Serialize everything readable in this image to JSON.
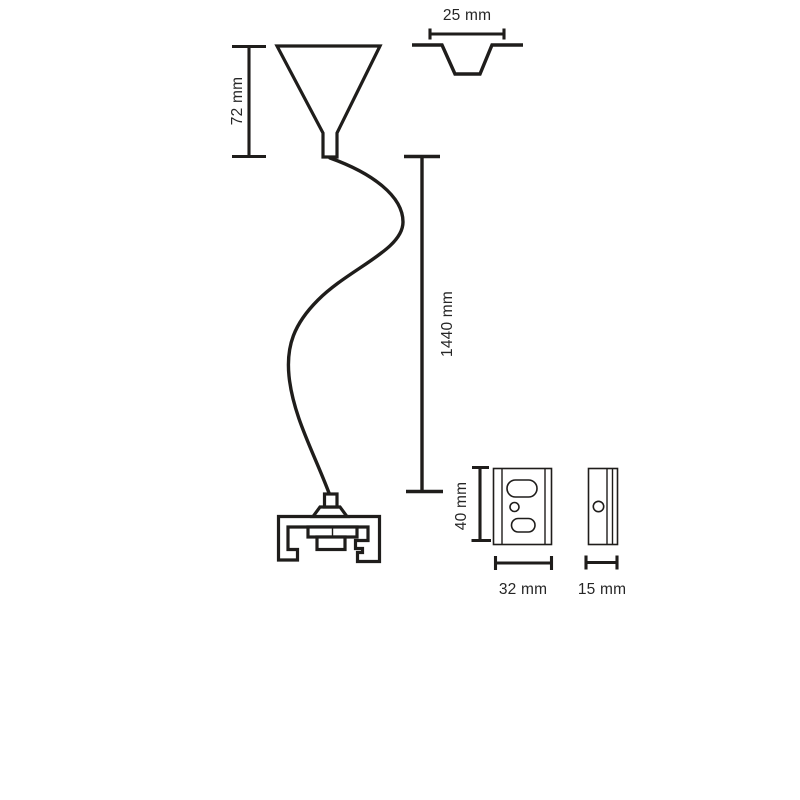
{
  "page": {
    "background": "#ffffff"
  },
  "drawing": {
    "line_color": "#1f1d1b",
    "text_color": "#262626",
    "labels": {
      "canopy_height": "72 mm",
      "profile_width": "25 mm",
      "cable_length": "1440 mm",
      "adapter_height": "40 mm",
      "adapter_front_width": "32 mm",
      "adapter_side_width": "15 mm"
    }
  }
}
